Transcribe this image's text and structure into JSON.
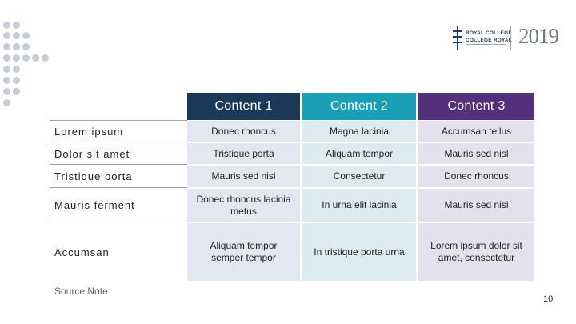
{
  "logo": {
    "org_line1": "ROYAL COLLEGE",
    "org_line2": "COLLEGE ROYAL",
    "year": "2019"
  },
  "table": {
    "headers": [
      "Content 1",
      "Content 2",
      "Content 3"
    ],
    "header_colors": [
      "#1b3a5a",
      "#1aa0b6",
      "#54307c"
    ],
    "rows": [
      {
        "label": "Lorem ipsum",
        "cells": [
          "Donec rhoncus",
          "Magna lacinia",
          "Accumsan tellus"
        ]
      },
      {
        "label": "Dolor sit amet",
        "cells": [
          "Tristique porta",
          "Aliquam tempor",
          "Mauris sed nisl"
        ]
      },
      {
        "label": "Tristique porta",
        "cells": [
          "Mauris sed nisl",
          "Consectetur",
          "Donec rhoncus"
        ]
      },
      {
        "label": "Mauris ferment",
        "cells": [
          "Donec rhoncus lacinia metus",
          "In urna elit lacinia",
          "Mauris sed nisl"
        ]
      },
      {
        "label": "Accumsan",
        "cells": [
          "Aliquam tempor semper tempor",
          "In tristique porta urna",
          "Lorem ipsum dolor sit amet, consectetur"
        ]
      }
    ]
  },
  "footer": {
    "source_note": "Source Note",
    "page_number": "10"
  }
}
